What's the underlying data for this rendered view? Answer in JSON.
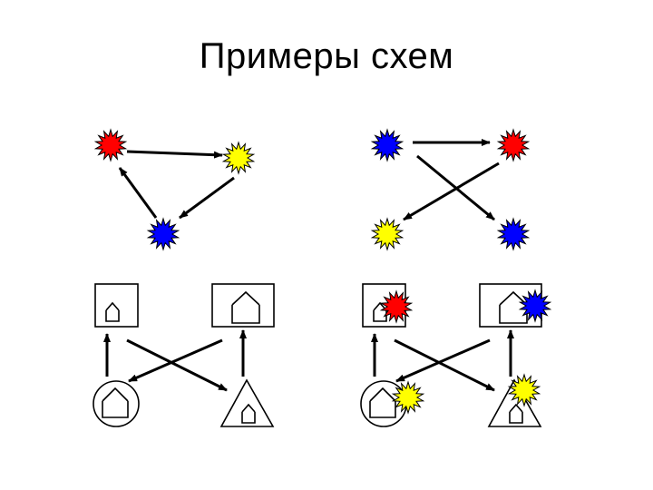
{
  "title": "Примеры схем",
  "colors": {
    "red": "#ff0000",
    "yellow": "#ffff00",
    "blue": "#0000ff",
    "stroke": "#000000",
    "background": "#ffffff"
  },
  "panels": [
    {
      "name": "stars-triangle",
      "nodes": [
        {
          "kind": "star",
          "color": "red"
        },
        {
          "kind": "star",
          "color": "yellow"
        },
        {
          "kind": "star",
          "color": "blue"
        }
      ],
      "arrows": [
        {
          "from": 0,
          "to": 1
        },
        {
          "from": 1,
          "to": 2
        },
        {
          "from": 2,
          "to": 0
        }
      ]
    },
    {
      "name": "stars-cross",
      "nodes": [
        {
          "kind": "star",
          "color": "blue"
        },
        {
          "kind": "star",
          "color": "red"
        },
        {
          "kind": "star",
          "color": "yellow"
        },
        {
          "kind": "star",
          "color": "blue"
        }
      ],
      "arrows": [
        {
          "from": 0,
          "to": 1
        },
        {
          "from": 1,
          "to": 2
        },
        {
          "from": 0,
          "to": 3
        }
      ]
    },
    {
      "name": "shapes-cross",
      "nodes": [
        {
          "kind": "square-house"
        },
        {
          "kind": "square-house"
        },
        {
          "kind": "circle-house"
        },
        {
          "kind": "triangle-house"
        }
      ],
      "arrows": [
        {
          "from": 2,
          "to": 0
        },
        {
          "from": 3,
          "to": 1
        },
        {
          "from": 0,
          "to": 3
        },
        {
          "from": 1,
          "to": 2
        }
      ]
    },
    {
      "name": "shapes-cross-with-stars",
      "nodes": [
        {
          "kind": "square-house",
          "star": "red"
        },
        {
          "kind": "square-house",
          "star": "blue"
        },
        {
          "kind": "circle-house",
          "star": "yellow"
        },
        {
          "kind": "triangle-house",
          "star": "yellow"
        }
      ],
      "arrows": [
        {
          "from": 2,
          "to": 0
        },
        {
          "from": 3,
          "to": 1
        },
        {
          "from": 0,
          "to": 3
        },
        {
          "from": 1,
          "to": 2
        }
      ]
    }
  ]
}
